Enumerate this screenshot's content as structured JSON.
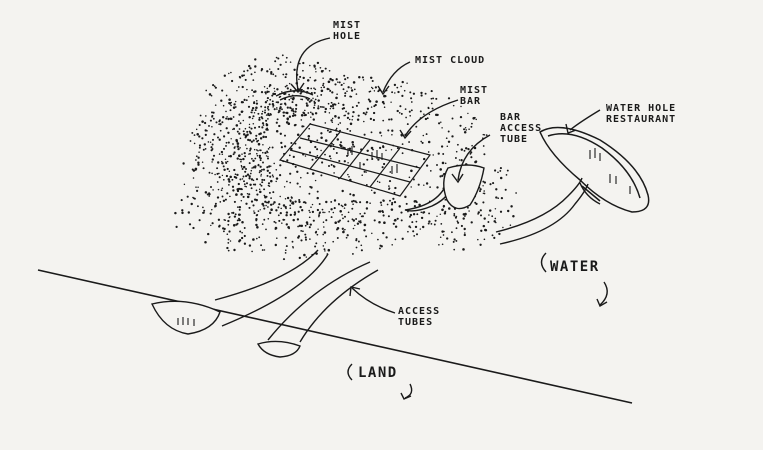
{
  "labels": {
    "mist_hole": [
      "MIST",
      "HOLE"
    ],
    "mist_cloud": "MIST CLOUD",
    "mist_bar": [
      "MIST",
      "BAR"
    ],
    "bar_access_tube": [
      "BAR",
      "ACCESS",
      "TUBE"
    ],
    "water_hole_restaurant": [
      "WATER HOLE",
      "RESTAURANT"
    ],
    "water": "WATER",
    "access_tubes": [
      "ACCESS",
      "TUBES"
    ],
    "land": "LAND"
  },
  "colors": {
    "ink": "#1a1a1a",
    "paper": "#f4f3f0"
  }
}
